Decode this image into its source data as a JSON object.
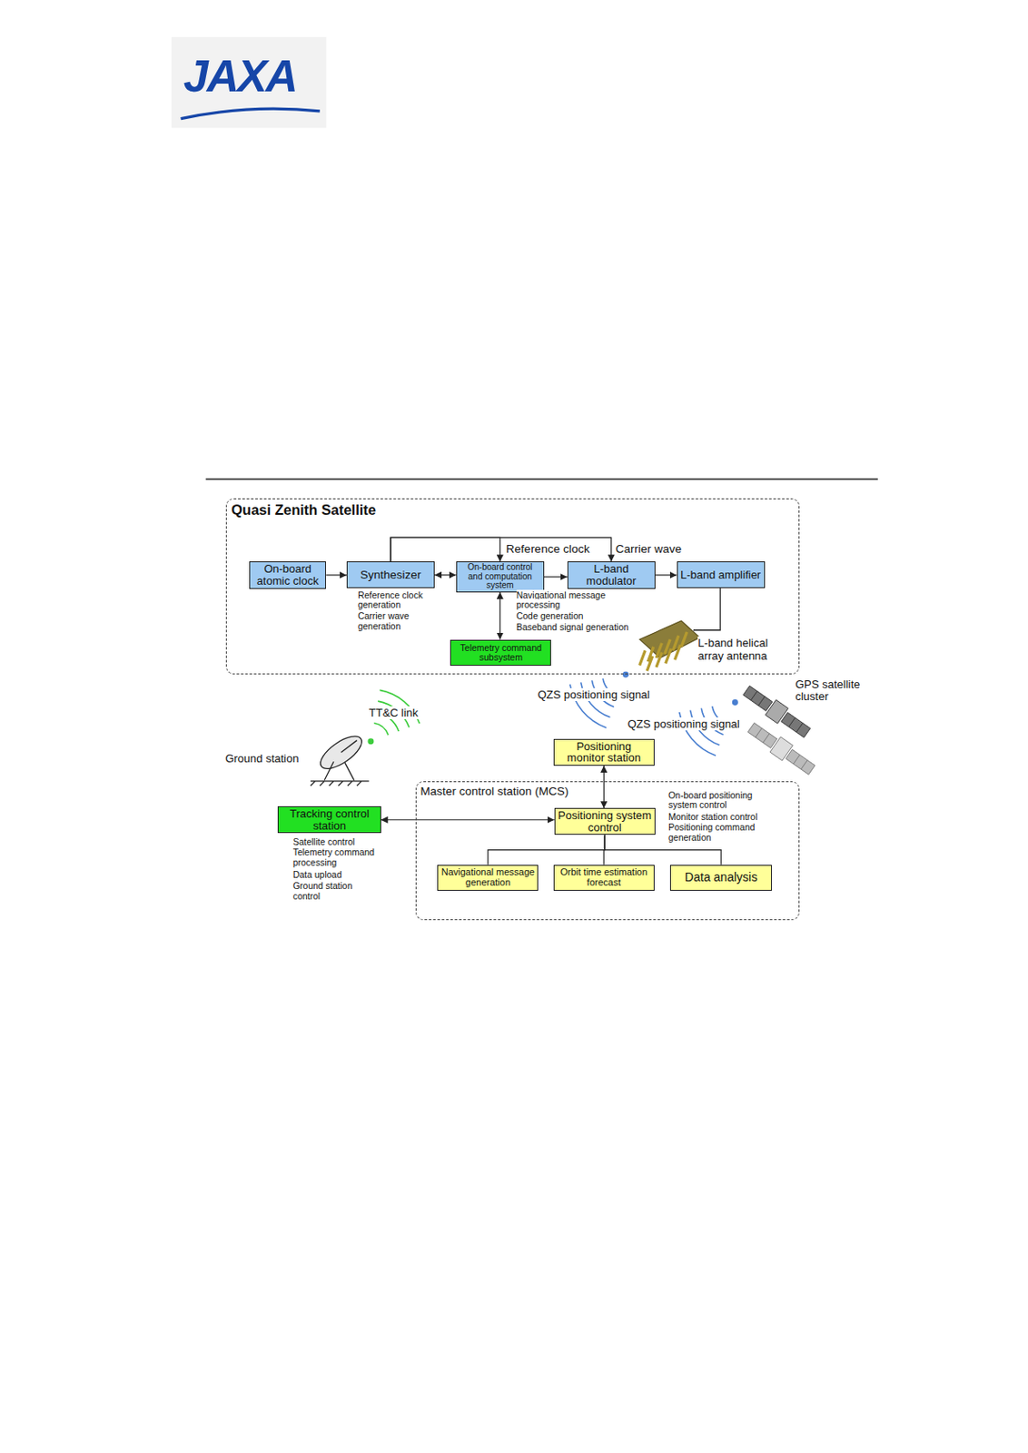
{
  "diagram": {
    "nodes": [
      {
        "text": [
          "Quasi Zenith Satellite"
        ]
      },
      {
        "text": [
          "On-board atomic clock"
        ],
        "in": 0
      },
      {
        "text": [
          "Synthesizer"
        ],
        "in": 0
      },
      {
        "text": [
          "On-board control and computation system"
        ],
        "in": 0
      },
      {
        "text": [
          "L-band modulator"
        ],
        "in": 0
      },
      {
        "text": [
          "L-band amplifier"
        ],
        "in": 0
      },
      {
        "text": [
          "Telemetry command subsystem"
        ],
        "in": 0
      },
      {
        "text": [
          "Positioning monitor station"
        ]
      },
      {
        "text": [
          "Tracking control station"
        ]
      },
      {
        "text": [
          "Master control station (MCS)"
        ]
      },
      {
        "text": [
          "Positioning system control"
        ],
        "in": 9
      },
      {
        "text": [
          "Navigational message generation"
        ],
        "in": 9
      },
      {
        "text": [
          "Orbit time estimation forecast"
        ],
        "in": 9
      },
      {
        "text": [
          "Data analysis"
        ],
        "in": 9
      }
    ],
    "edges": [
      {
        "from": 1,
        "to": 2,
        "arrow": "to"
      },
      {
        "from": 2,
        "to": 3,
        "arrow": "both"
      },
      {
        "from": 3,
        "to": 4,
        "arrow": "to"
      },
      {
        "from": 4,
        "to": 5,
        "arrow": "to"
      },
      {
        "from": 2,
        "to": 3,
        "label": "Reference clock",
        "arrow": "to"
      },
      {
        "from": 2,
        "to": 4,
        "label": "Carrier wave",
        "arrow": "to"
      },
      {
        "from": 3,
        "to": 6,
        "arrow": "both"
      },
      {
        "from": 7,
        "to": 10,
        "arrow": "both"
      },
      {
        "from": 8,
        "to": 10,
        "arrow": "both"
      },
      {
        "from": 10,
        "to": 11,
        "arrow": "none"
      },
      {
        "from": 10,
        "to": 12,
        "arrow": "none"
      },
      {
        "from": 10,
        "to": 13,
        "arrow": "none"
      }
    ],
    "labels": [
      "JAXA",
      "Reference clock generation",
      "Carrier wave generation",
      "Navigational message processing",
      "Code generation",
      "Baseband signal generation",
      "L-band helical array antenna",
      "QZS positioning signal",
      "GPS satellite cluster",
      "TT&C link",
      "QZS positioning signal",
      "Ground station",
      "On-board positioning system control",
      "Monitor station control",
      "Positioning command generation",
      "Satellite control",
      "Telemetry command processing",
      "Data upload",
      "Ground station control"
    ]
  }
}
